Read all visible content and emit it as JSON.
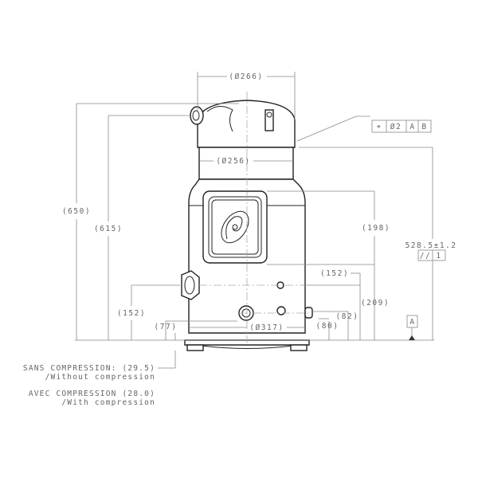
{
  "dimensions": {
    "top_diameter": "(Ø266)",
    "shell_diameter": "(Ø256)",
    "base_diameter": "(Ø317)",
    "overall_height": "(650)",
    "suction_height": "(615)",
    "panel_height": "(198)",
    "discharge_left_height": "(152)",
    "discharge_right_height": "(152)",
    "port_77": "(77)",
    "port_80": "(80)",
    "port_82": "(82)",
    "height_209": "(209)",
    "height_528": "528.5±1.2"
  },
  "tolerance_frame": {
    "symbol": "⌖",
    "value": "Ø2",
    "datum1": "A",
    "datum2": "B"
  },
  "parallel_frame": {
    "symbol": "//",
    "value": "1"
  },
  "datum_label": "A",
  "notes": {
    "without_fr": "SANS COMPRESSION: (29.5)",
    "without_en": "/Without compression",
    "with_fr": "AVEC COMPRESSION (28.0)",
    "with_en": "/With compression"
  }
}
